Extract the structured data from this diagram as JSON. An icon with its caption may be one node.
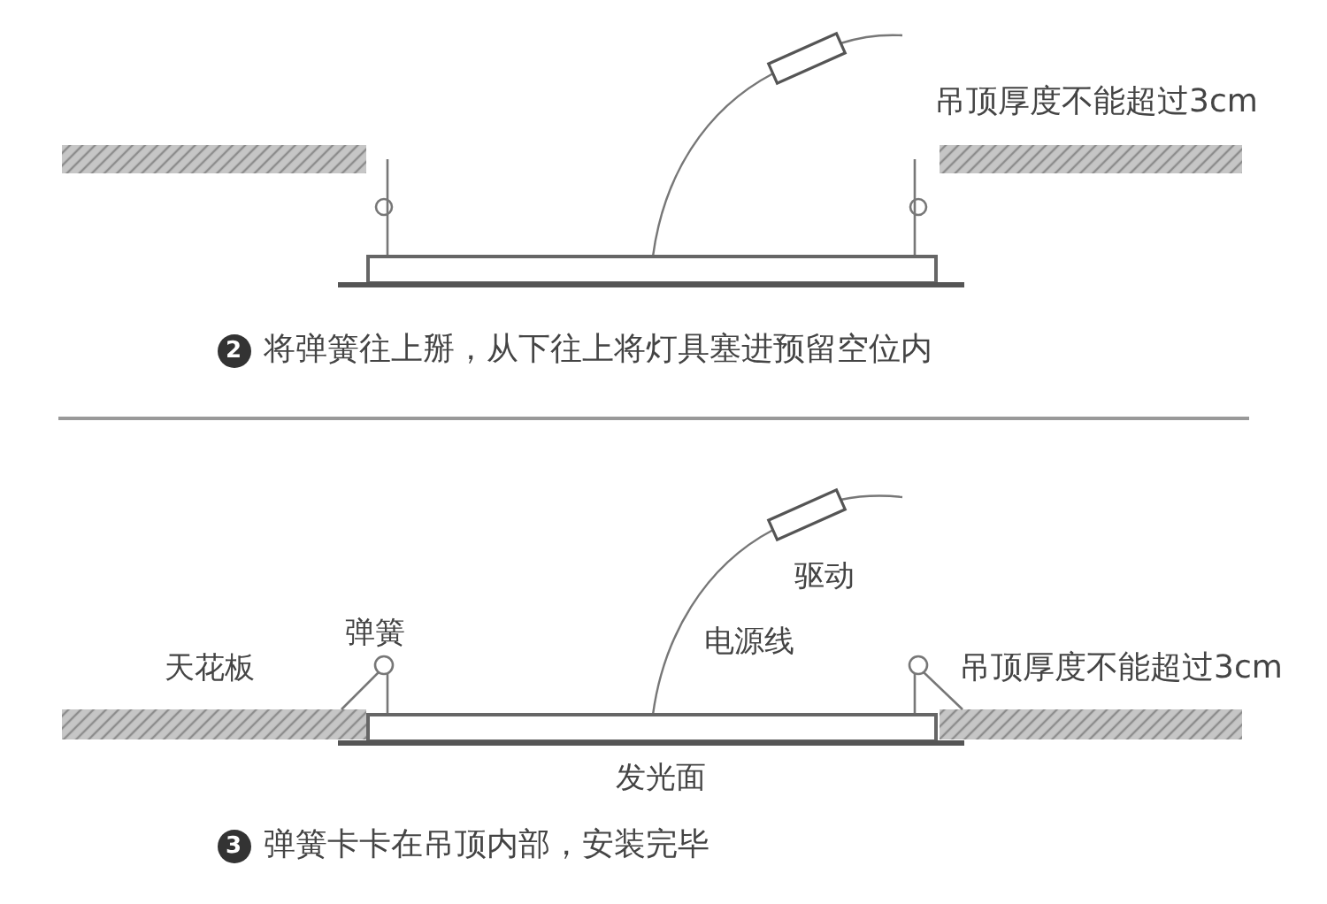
{
  "diagram": {
    "labels": [
      "吊顶厚度不能超过3cm",
      "2",
      "将弹簧往上掰，从下往上将灯具塞进预留空位内",
      "驱动",
      "弹簧",
      "电源线",
      "天花板",
      "吊顶厚度不能超过3cm",
      "发光面",
      "3",
      "弹簧卡卡在吊顶内部，安装完毕"
    ]
  }
}
